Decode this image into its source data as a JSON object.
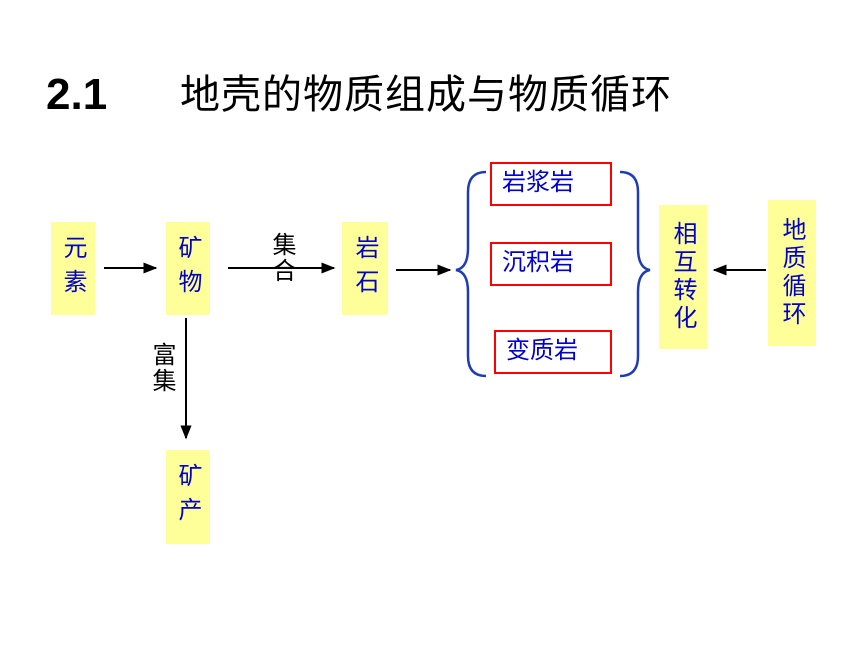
{
  "title": {
    "number": "2.1",
    "text": "地壳的物质组成与物质循环"
  },
  "nodes": {
    "element": "元素",
    "mineral": "矿物",
    "rock": "岩石",
    "ore": "矿产",
    "mutual": "相互转化",
    "cycle": "地质循环"
  },
  "rock_types": [
    "岩浆岩",
    "沉积岩",
    "变质岩"
  ],
  "edge_labels": {
    "aggregate": "集合",
    "enrich": "富集"
  },
  "colors": {
    "node_fill": "#ffff99",
    "node_text": "#0000cc",
    "rock_border": "#ff0000",
    "brace": "#1f3cb4"
  }
}
